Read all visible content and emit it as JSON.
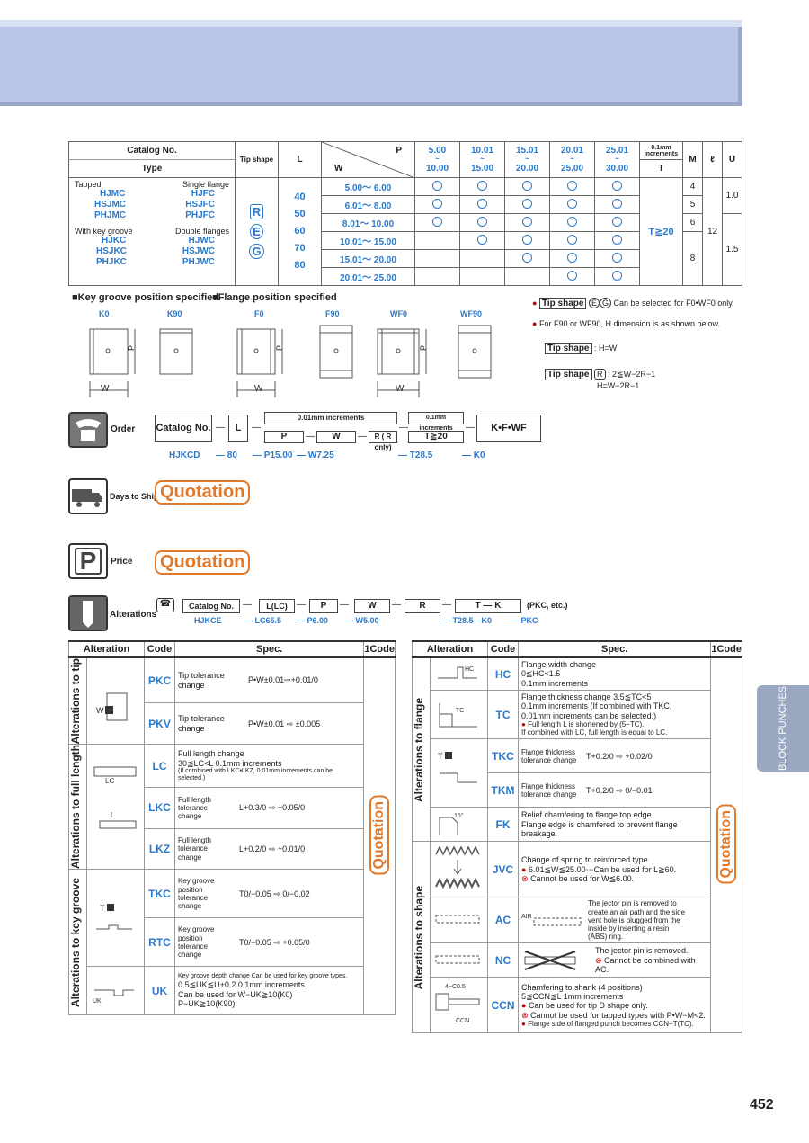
{
  "page_number": "452",
  "side_tab": "BLOCK PUNCHES",
  "main_table": {
    "catalog_no": "Catalog No.",
    "type": "Type",
    "tip_shape": "Tip shape",
    "L": "L",
    "P": "P",
    "W": "W",
    "p_ranges": [
      [
        "5.00",
        "~",
        "10.00"
      ],
      [
        "10.01",
        "~",
        "15.00"
      ],
      [
        "15.01",
        "~",
        "20.00"
      ],
      [
        "20.01",
        "~",
        "25.00"
      ],
      [
        "25.01",
        "~",
        "30.00"
      ]
    ],
    "t_increments": "0.1mm increments",
    "T": "T",
    "M": "M",
    "l": "ℓ",
    "U": "U",
    "group1": {
      "left_head": "Tapped",
      "right_head": "Single flange",
      "items": [
        [
          "HJMC",
          "HJFC"
        ],
        [
          "HSJMC",
          "HSJFC"
        ],
        [
          "PHJMC",
          "PHJFC"
        ]
      ]
    },
    "group2": {
      "left_head": "With key groove",
      "right_head": "Double flanges",
      "items": [
        [
          "HJKC",
          "HJWC"
        ],
        [
          "HSJKC",
          "HSJWC"
        ],
        [
          "PHJKC",
          "PHJWC"
        ]
      ]
    },
    "tip_shapes": [
      "R",
      "E",
      "G"
    ],
    "L_values": [
      "40",
      "50",
      "60",
      "70",
      "80"
    ],
    "W_ranges": [
      "5.00～ 6.00",
      "6.01～ 8.00",
      "8.01～ 10.00",
      "10.01～ 15.00",
      "15.01～ 20.00",
      "20.01～ 25.00"
    ],
    "availability": [
      [
        1,
        1,
        1,
        1,
        1
      ],
      [
        1,
        1,
        1,
        1,
        1
      ],
      [
        1,
        1,
        1,
        1,
        1
      ],
      [
        0,
        1,
        1,
        1,
        1
      ],
      [
        0,
        0,
        1,
        1,
        1
      ],
      [
        0,
        0,
        0,
        1,
        1
      ]
    ],
    "T_value": "T≧20",
    "M_values": [
      "4",
      "5",
      "6",
      "8"
    ],
    "l_value": "12",
    "U_values": [
      "1.0",
      "1.5"
    ]
  },
  "positions": {
    "key_groove_title": "■Key groove position specified",
    "flange_title": "■Flange position specified",
    "labels": [
      "K0",
      "K90",
      "F0",
      "F90",
      "WF0",
      "WF90"
    ],
    "W": "W",
    "P": "P"
  },
  "notes": {
    "n1_tip": "Tip shape",
    "n1_text": "Can be selected for F0•WF0 only.",
    "n2_text": "For F90 or WF90, H dimension is as shown below.",
    "n3_tip": "Tip shape",
    "n3_text": ": H=W",
    "n4_tip": "Tip shape",
    "n4_text1": ": 2≦W−2R−1",
    "n4_text2": "H=W−2R−1"
  },
  "order": {
    "label": "Order",
    "catalog_no": "Catalog No.",
    "L": "L",
    "inc001": "0.01mm increments",
    "P": "P",
    "W": "W",
    "R": "R ( R only)",
    "inc01": "0.1mm increments",
    "T": "T≧20",
    "KFWF": "K•F•WF",
    "ex_code": "HJKCD",
    "ex_L": "— 80",
    "ex_P": "— P15.00",
    "ex_W": "— W7.25",
    "ex_T": "— T28.5",
    "ex_K": "— K0"
  },
  "days_to_ship": {
    "label": "Days to Ship",
    "value": "Quotation"
  },
  "price": {
    "label": "Price",
    "value": "Quotation"
  },
  "alterations_header": {
    "label": "Alterations",
    "cells": [
      "Catalog No.",
      "L(LC)",
      "P",
      "W",
      "R",
      "T — K"
    ],
    "suffix": "(PKC, etc.)",
    "ex": [
      "HJKCE",
      "— LC65.5",
      "— P6.00",
      "— W5.00",
      "— T28.5—K0",
      "— PKC"
    ]
  },
  "alt_left": {
    "headers": [
      "Alteration",
      "Code",
      "Spec.",
      "1Code"
    ],
    "quotation": "Quotation",
    "groups": [
      {
        "label": "Alterations to tip",
        "rows": [
          {
            "code": "PKC",
            "spec1": "Tip tolerance change",
            "spec2": "P•W±0.01⇨+0.01/0"
          },
          {
            "code": "PKV",
            "spec1": "Tip tolerance change",
            "spec2": "P•W±0.01 ⇨ ±0.005"
          }
        ]
      },
      {
        "label": "Alterations to full length",
        "rows": [
          {
            "code": "LC",
            "spec1": "Full length change",
            "spec2": "30≦LC<L      0.1mm increments",
            "spec3": "(If combined with LKC•LKZ, 0.01mm increments can be selected.)"
          },
          {
            "code": "LKC",
            "spec1": "Full length tolerance change",
            "spec2": "L+0.3/0 ⇨ +0.05/0"
          },
          {
            "code": "LKZ",
            "spec1": "Full length tolerance change",
            "spec2": "L+0.2/0 ⇨ +0.01/0"
          }
        ]
      },
      {
        "label": "Alterations to key groove",
        "rows": [
          {
            "code": "TKC",
            "spec1": "Key groove position tolerance change",
            "spec2": "T0/−0.05 ⇨ 0/−0.02"
          },
          {
            "code": "RTC",
            "spec1": "Key groove position tolerance change",
            "spec2": "T0/−0.05 ⇨ +0.05/0"
          },
          {
            "code": "UK",
            "spec1": "Key groove depth change   Can be used for key groove types.",
            "spec2": "0.5≦UK≦U+0.2      0.1mm increments",
            "spec3": "Can be used for W−UK≧10(K0)",
            "spec4": "P−UK≧10(K90)."
          }
        ]
      }
    ]
  },
  "alt_right": {
    "headers": [
      "Alteration",
      "Code",
      "Spec.",
      "1Code"
    ],
    "quotation": "Quotation",
    "groups": [
      {
        "label": "Alterations to flange",
        "rows": [
          {
            "code": "HC",
            "spec1": "Flange width change",
            "spec2": "0≦HC<1.5",
            "spec3": "0.1mm increments"
          },
          {
            "code": "TC",
            "spec1": "Flange thickness change   3.5≦TC<5",
            "spec2": "0.1mm increments (If combined with TKC,",
            "spec3": "0.01mm increments can be selected.)",
            "spec4": "Full length L is shortened by (5−TC).",
            "spec5": "If combined with LC, full length is equal to LC."
          },
          {
            "code": "TKC",
            "spec1": "Flange thickness tolerance change",
            "spec2": "T+0.2/0 ⇨ +0.02/0"
          },
          {
            "code": "TKM",
            "spec1": "Flange thickness tolerance change",
            "spec2": "T+0.2/0 ⇨ 0/−0.01"
          },
          {
            "code": "FK",
            "spec1": "Relief chamfering to flange top edge",
            "spec2": "Flange edge is chamfered to prevent flange",
            "spec3": "breakage."
          }
        ]
      },
      {
        "label": "Alterations to shape",
        "rows": [
          {
            "code": "JVC",
            "spec1": "Change of spring to reinforced type",
            "spec2": "6.01≦W≦25.00⋯Can be used for L≧60.",
            "spec3": "Cannot be used for W≦6.00."
          },
          {
            "code": "AC",
            "spec1": "The jector pin is removed to create an air path and the side vent hole is plugged from the inside by inserting a resin (ABS) ring."
          },
          {
            "code": "NC",
            "spec1": "The jector pin is removed.",
            "spec2": "Cannot be combined with AC."
          },
          {
            "code": "CCN",
            "spec1": "Chamfering to shank (4 positions)",
            "spec2": "5≦CCN≦L    1mm increments",
            "spec3": "Can be used for tip D shape only.",
            "spec4": "Cannot be used for tapped types with P•W−M<2.",
            "spec5": "Flange side of flanged punch becomes CCN−T(TC)."
          }
        ]
      }
    ]
  }
}
